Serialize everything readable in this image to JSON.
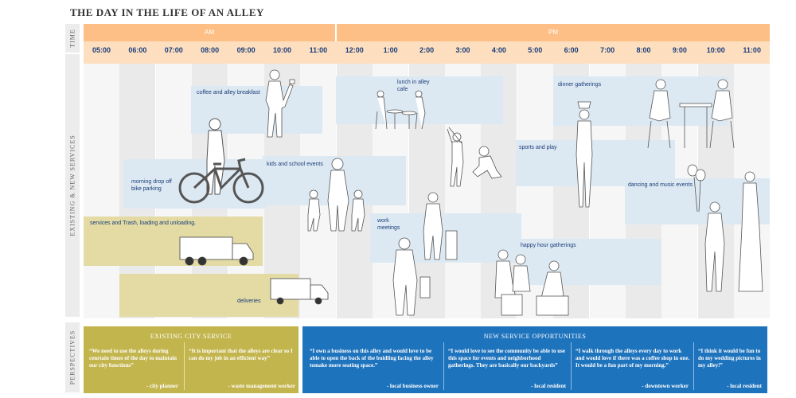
{
  "title": "THE DAY IN THE LIFE OF AN ALLEY",
  "sidebar": {
    "time": "TIME",
    "services": "EXISTING & NEW SERVICES",
    "perspectives": "PERSPECTIVES"
  },
  "periods": {
    "am": "AM",
    "pm": "PM"
  },
  "hours": [
    "05:00",
    "06:00",
    "07:00",
    "08:00",
    "09:00",
    "10:00",
    "11:00",
    "12:00",
    "1:00",
    "2:00",
    "3:00",
    "4:00",
    "5:00",
    "6:00",
    "7:00",
    "8:00",
    "9:00",
    "10:00",
    "11:00"
  ],
  "activities": {
    "coffee": "coffee and alley breakfast",
    "lunch": "lunch in alley cafe",
    "dinner": "dinner gatherings",
    "kids": "kids and school events",
    "dropoff": "morning drop off bike parking",
    "sports": "sports and play",
    "dancing": "dancing and music events",
    "services": "services and Trash, loading and unloading.",
    "work": "work meetings",
    "happy": "happy hour gatherings",
    "deliveries": "deliveries"
  },
  "perspectives": {
    "existing_title": "EXISTING CITY SERVICE",
    "new_title": "NEW SERVICE OPPORTUNITIES",
    "quotes": [
      {
        "text": "“We need to use the alleys during cenrtain times of the day to maintain our city functions”",
        "who": "- city planner"
      },
      {
        "text": "“It is important that the alleys are clear so I can do my job in an efficient way”",
        "who": "- waste management worker"
      },
      {
        "text": "“I own a business on this alley and would love to be able to open the back of the buidling facing the alley tomake more seating space.”",
        "who": "- local business owner"
      },
      {
        "text": "“I would love to see the community be able to use this space for events and neighborhood gatherings. They are basically our backyards”",
        "who": "- local resident"
      },
      {
        "text": "“I walk through the alleys every day to work and would love if there was a coffee shop in one. It would be a fun part of my morning.”",
        "who": "- downtown worker"
      },
      {
        "text": "“I think it would be fun to do my wedding pictures in my alley!”",
        "who": "- local resident"
      }
    ]
  },
  "colors": {
    "period_bar": "#fdbf86",
    "hour_bar": "#fddfbf",
    "existing_band": "#e3dba3",
    "new_band": "#dde9f2",
    "existing_panel": "#c3b54e",
    "new_panel": "#1e73bd"
  }
}
